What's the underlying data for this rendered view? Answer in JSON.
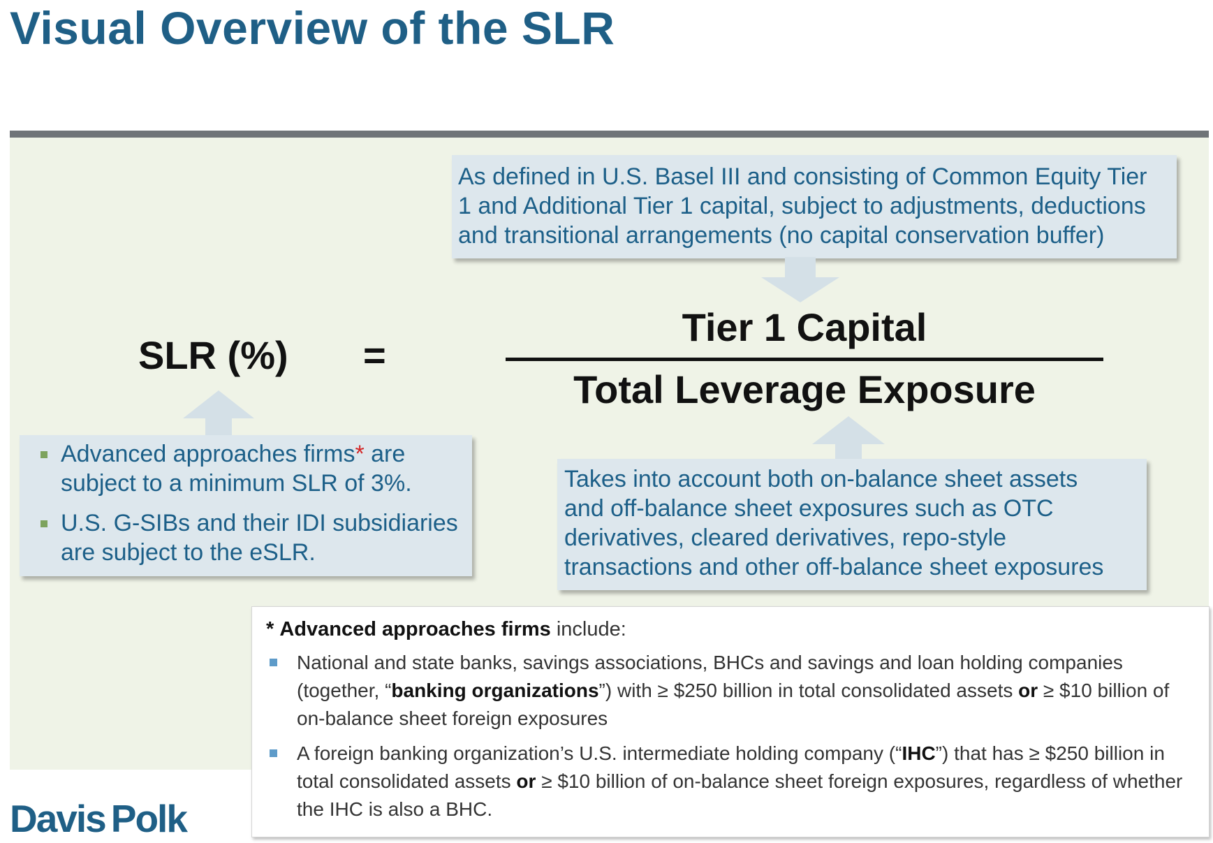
{
  "title": "Visual Overview of the SLR",
  "formula": {
    "lhs": "SLR (%)",
    "equals": "=",
    "numerator": "Tier 1 Capital",
    "denominator": "Total Leverage Exposure"
  },
  "callouts": {
    "tier1": [
      "As defined in U.S. Basel III and consisting of Common Equity Tier",
      "1 and Additional Tier 1 capital, subject to adjustments, deductions",
      "and transitional arrangements (no capital conservation buffer)"
    ],
    "exposure": [
      "Takes into account both on-balance sheet assets",
      "and off-balance sheet exposures such as OTC",
      "derivatives, cleared derivatives, repo-style",
      "transactions and other off-balance sheet exposures"
    ],
    "slr_bullets": {
      "b1_part1": "Advanced approaches firms",
      "b1_star": "*",
      "b1_part2": " are",
      "b1_line2": "subject to a minimum SLR of 3%.",
      "b2_line1": "U.S. G-SIBs and their IDI subsidiaries",
      "b2_line2": "are subject to the eSLR."
    }
  },
  "footnote": {
    "star": "*",
    "heading_bold": "Advanced approaches firms",
    "heading_rest": " include:",
    "item1": {
      "t1": "National and state banks, savings associations, BHCs and savings and loan holding companies (together, “",
      "b1": "banking organizations",
      "t2": "”) with ≥ $250 billion in total consolidated assets ",
      "b2": "or",
      "t3": " ≥ $10 billion of on-balance sheet foreign exposures"
    },
    "item2": {
      "t1": "A foreign banking organization’s U.S. intermediate holding company (“",
      "b1": "IHC",
      "t2": "”) that has ≥ $250 billion in total consolidated assets ",
      "b2": "or",
      "t3": " ≥ $10 billion of on-balance sheet foreign exposures, regardless of whether the IHC is also a BHC."
    }
  },
  "logo": {
    "word1": "Davis",
    "word2": "Polk"
  },
  "colors": {
    "title": "#1f5f86",
    "panel": "#eff3e7",
    "callout_bg": "#dde7ed",
    "callout_text": "#1c5f88",
    "arrow": "#d4e0e7",
    "bullet_green": "#7da35d",
    "bullet_blue": "#5e9bc9",
    "asterisk": "#d32626"
  }
}
